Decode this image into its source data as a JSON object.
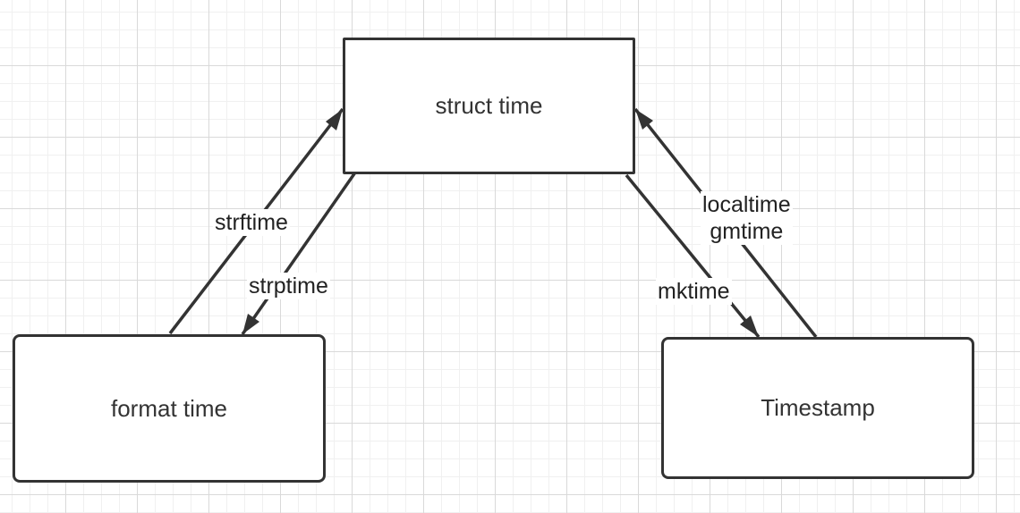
{
  "nodes": {
    "struct_time": "struct time",
    "format_time": "format time",
    "timestamp": "Timestamp"
  },
  "edges": {
    "strftime": "strftime",
    "strptime": "strptime",
    "mktime": "mktime",
    "localtime": "localtime",
    "gmtime": "gmtime"
  },
  "colors": {
    "stroke": "#333333",
    "grid": "#d9d9d9"
  }
}
